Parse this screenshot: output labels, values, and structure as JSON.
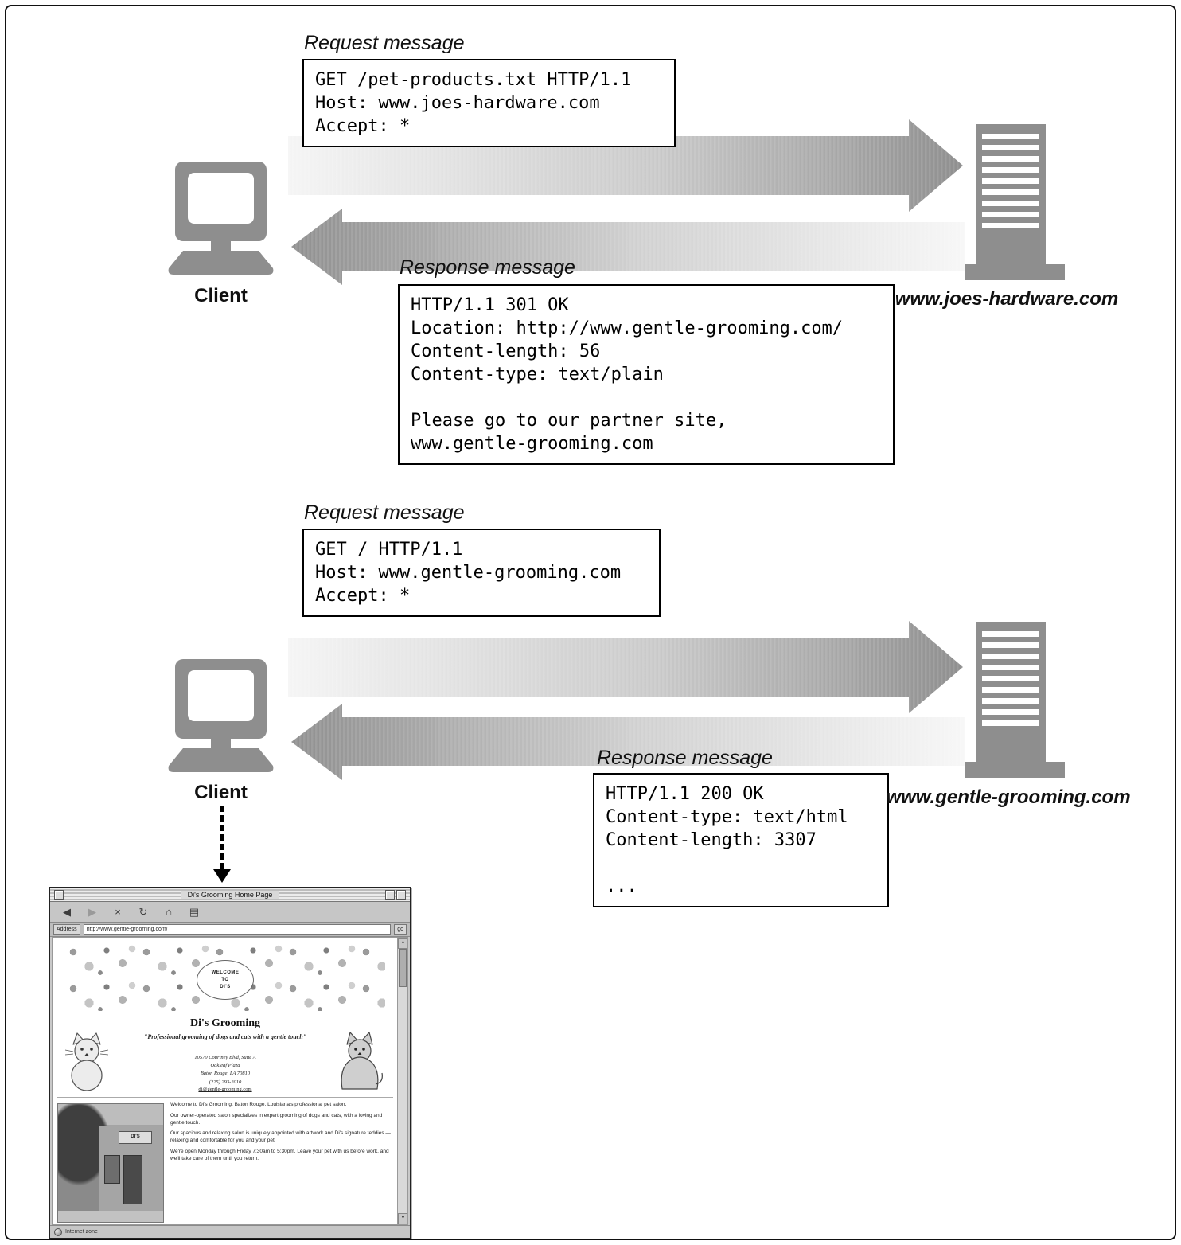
{
  "diagram": {
    "transaction1": {
      "request_label": "Request message",
      "request_message": [
        "GET /pet-products.txt HTTP/1.1",
        "Host: www.joes-hardware.com",
        "Accept: *"
      ],
      "response_label": "Response message",
      "response_message": [
        "HTTP/1.1 301 OK",
        "Location: http://www.gentle-grooming.com/",
        "Content-length: 56",
        "Content-type: text/plain",
        "",
        "Please go to our partner site,",
        "www.gentle-grooming.com"
      ],
      "client_label": "Client",
      "server_label": "www.joes-hardware.com"
    },
    "transaction2": {
      "request_label": "Request message",
      "request_message": [
        "GET / HTTP/1.1",
        "Host: www.gentle-grooming.com",
        "Accept: *"
      ],
      "response_label": "Response message",
      "response_message": [
        "HTTP/1.1 200 OK",
        "Content-type: text/html",
        "Content-length: 3307",
        "",
        "..."
      ],
      "client_label": "Client",
      "server_label": "www.gentle-grooming.com"
    }
  },
  "browser": {
    "window_title": "Di's Grooming Home Page",
    "toolbar_icons": {
      "back": "◀",
      "forward": "▶",
      "stop": "×",
      "refresh": "↻",
      "home": "⌂",
      "print": "▤"
    },
    "address_label": "Address",
    "address_url": "http://www.gentle-grooming.com/",
    "go_label": "go",
    "scrollbar": {
      "up": "▲",
      "down": "▼"
    },
    "welcome_badge": [
      "WELCOME",
      "TO",
      "DI'S"
    ],
    "heading": "Di's Grooming",
    "tagline": "\"Professional grooming of dogs and cats with a gentle touch\"",
    "address_lines": [
      "10570 Courtney Blvd, Suite A",
      "Oakleaf Plaza",
      "Baton Rouge, LA 70810"
    ],
    "phone": "(225) 293-2010",
    "email": "di@gentle-grooming.com",
    "photo_sign": "DI'S",
    "paragraphs": [
      "Welcome to Di's Grooming, Baton Rouge, Louisiana's professional pet salon.",
      "Our owner-operated salon specializes in expert grooming of dogs and cats, with a loving and gentle touch.",
      "Our spacious and relaxing salon is uniquely appointed with artwork and Di's signature teddies — relaxing and comfortable for you and your pet.",
      "We're open Monday through Friday 7:30am to 5:30pm.  Leave your pet with us before work, and we'll take care of them until you return."
    ],
    "status_text": "Internet zone"
  },
  "colors": {
    "icon_gray": "#8e8e8e",
    "arrow_dark": "#8f8f8f",
    "arrow_light": "#f5f5f5"
  }
}
